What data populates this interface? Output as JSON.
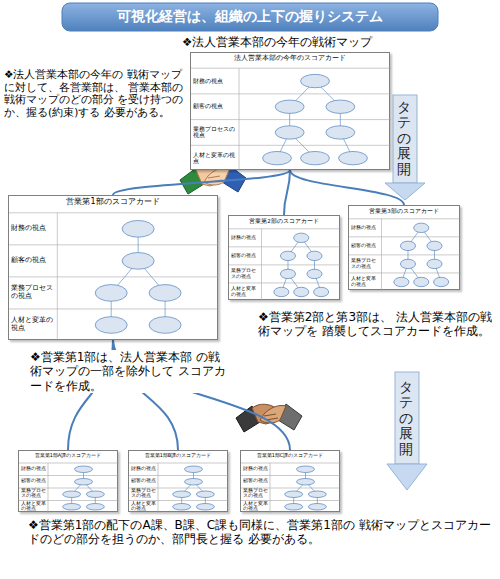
{
  "diagram": {
    "title": "可視化経営は、組織の上下の握りシステム",
    "nodes": [
      {
        "text": [
          "法人営業本部の今年のスコアカード",
          "財務の視点",
          "顧客の視点",
          "業務プロセスの視点",
          "人材と変革の視点"
        ]
      },
      {
        "text": [
          "営業第1部のスコアカード",
          "財務の視点",
          "顧客の視点",
          "業務プロセスの視点",
          "人材と変革の視点"
        ]
      },
      {
        "text": [
          "営業第2部のスコアカード",
          "財務の視点",
          "顧客の視点",
          "業務プロセスの視点",
          "人材と変革の視点"
        ]
      },
      {
        "text": [
          "営業第3部のスコアカード",
          "財務の視点",
          "顧客の視点",
          "業務プロセスの視点",
          "人材と変革の視点"
        ]
      },
      {
        "text": [
          "営業第1部A課のスコアカード",
          "財務の視点",
          "顧客の視点",
          "業務プロセスの視点",
          "人材と変革の視点"
        ]
      },
      {
        "text": [
          "営業第1部B課のスコアカード",
          "財務の視点",
          "顧客の視点",
          "業務プロセスの視点",
          "人材と変革の視点"
        ]
      },
      {
        "text": [
          "営業第1部C課のスコアカード",
          "財務の視点",
          "顧客の視点",
          "業務プロセスの視点",
          "人材と変革の視点"
        ]
      }
    ],
    "edges": [
      {
        "from": 0,
        "to": 1,
        "arrow": "none"
      },
      {
        "from": 0,
        "to": 2,
        "arrow": "none"
      },
      {
        "from": 0,
        "to": 3,
        "arrow": "none"
      },
      {
        "from": 1,
        "to": 4,
        "arrow": "none"
      },
      {
        "from": 1,
        "to": 5,
        "arrow": "none"
      },
      {
        "from": 1,
        "to": 6,
        "arrow": "none"
      }
    ],
    "labels": [
      "❖法人営業本部の今年の戦術マップ",
      "❖法人営業本部の今年の 戦術マップに対して、各営業部は、 営業本部の戦術マップのどの部分 を受け持つのか、握る(約束)する 必要がある。",
      "タテの展開",
      "❖営業第2部と第3部は、 法人営業本部の戦術マップを 踏襲してスコアカードを作成。",
      "❖営業第1部は、法人営業本部 の戦術マップの一部を除外して スコアカードを作成。",
      "タテの展開",
      "❖営業第1部の配下のA課、B課、C課も同様に、営業第1部の 戦術マップとスコアカードのどの部分を担うのか、部門長と握る 必要がある。"
    ]
  }
}
